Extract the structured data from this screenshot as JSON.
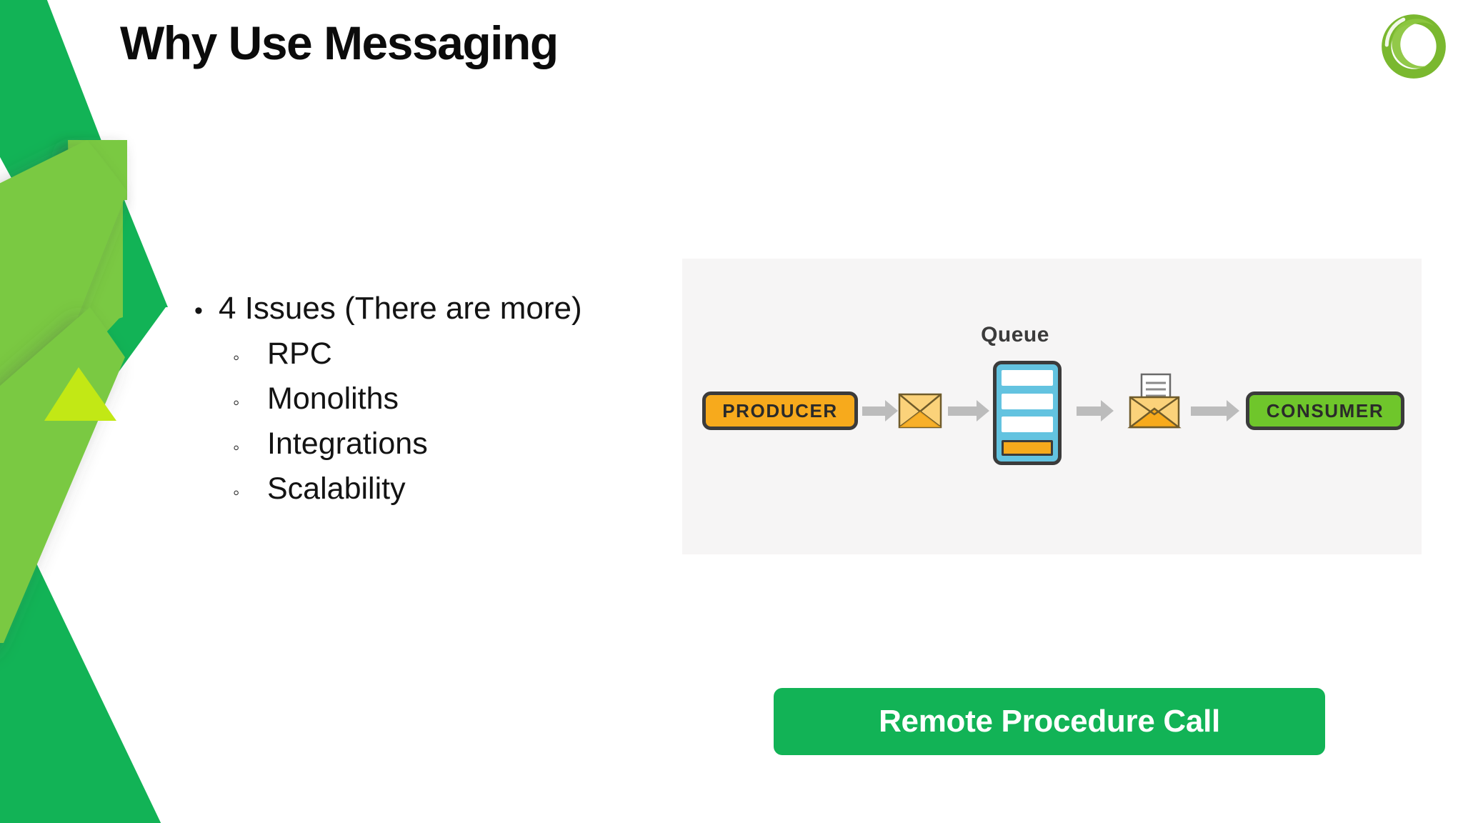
{
  "slide": {
    "title": "Why Use Messaging",
    "background_color": "#ffffff"
  },
  "logo": {
    "name": "green-spiral-ring-logo",
    "color_outer": "#7ab82f",
    "color_inner": "#8cc63f"
  },
  "decoration": {
    "dark_green": "#12b356",
    "mid_green": "#7ac943",
    "lime_green": "#c2e815"
  },
  "bullets": [
    {
      "level": 1,
      "marker": "•",
      "text": "4 Issues (There are more)"
    },
    {
      "level": 2,
      "marker": "◦",
      "text": "RPC"
    },
    {
      "level": 2,
      "marker": "◦",
      "text": "Monoliths"
    },
    {
      "level": 2,
      "marker": "◦",
      "text": "Integrations"
    },
    {
      "level": 2,
      "marker": "◦",
      "text": "Scalability"
    }
  ],
  "diagram": {
    "panel_background": "#f6f5f5",
    "producer_label": "PRODUCER",
    "producer_color": "#f7aa1c",
    "consumer_label": "CONSUMER",
    "consumer_color": "#6fc62b",
    "queue_label": "Queue",
    "queue_color": "#63c3e0",
    "queue_slots": [
      "empty",
      "empty",
      "empty",
      "filled"
    ],
    "envelope_closed_name": "closed-envelope-icon",
    "envelope_open_name": "open-envelope-with-letter-icon",
    "arrow_color": "#bcbcbc",
    "outline_color": "#3b3b3b"
  },
  "cta": {
    "label": "Remote Procedure Call",
    "background_color": "#12b356",
    "text_color": "#ffffff"
  }
}
